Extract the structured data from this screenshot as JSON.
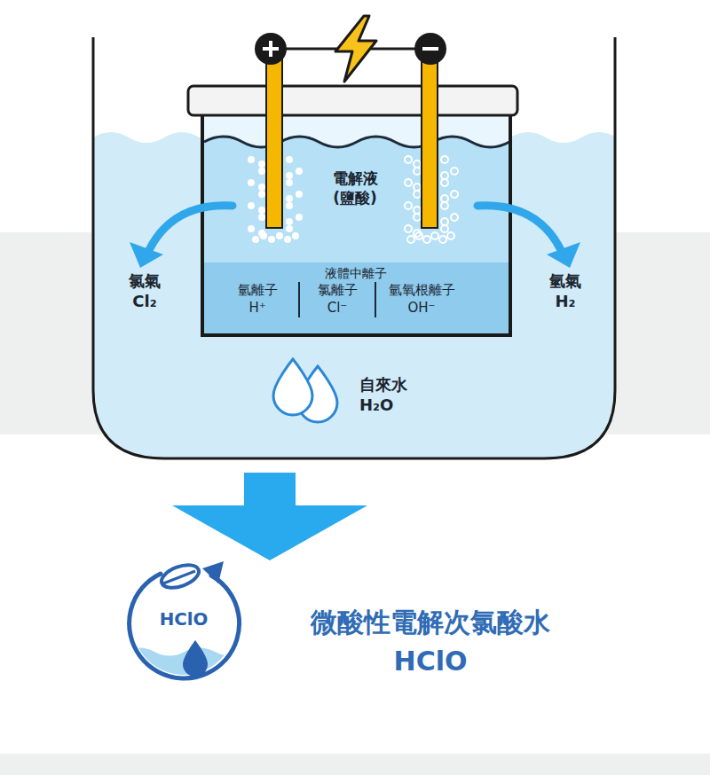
{
  "diagram": {
    "nodes": [
      {
        "text": [
          "自來水 H₂O"
        ]
      },
      {
        "text": [
          "電解液 (鹽酸)"
        ],
        "in": 0
      },
      {
        "text": [
          "液體中離子",
          "氫離子 H⁺",
          "氯離子 Cl⁻",
          "氫氧根離子 OH⁻"
        ],
        "in": 1
      },
      {
        "text": [
          "HClO"
        ]
      }
    ],
    "edges": [
      {
        "from": 0,
        "to": 3,
        "arrow": "to"
      }
    ],
    "labels": [
      "氯氣 Cl₂",
      "氫氣 H₂",
      "微酸性電解次氯酸水 HClO"
    ]
  }
}
